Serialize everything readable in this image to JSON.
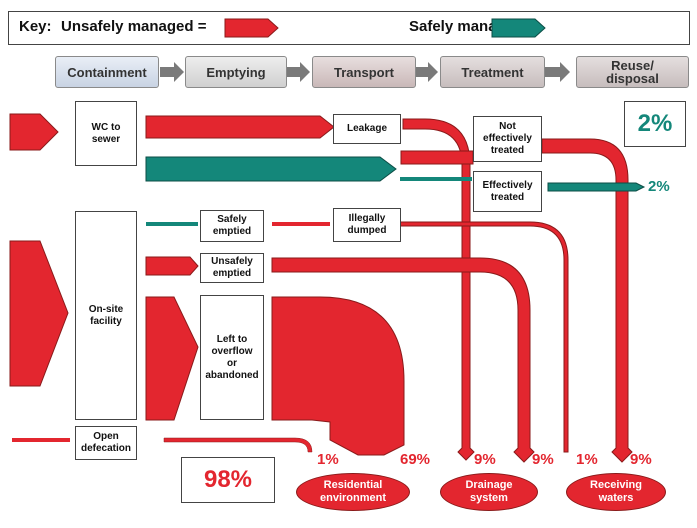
{
  "colors": {
    "unsafe": "#e3262f",
    "safe": "#14877a",
    "stage_arrow": "#7a7a7a"
  },
  "key": {
    "prefix": "Key:",
    "unsafe_label": "Unsafely managed =",
    "safe_label": "Safely managed ="
  },
  "stages": [
    "Containment",
    "Emptying",
    "Transport",
    "Treatment",
    "Reuse/\ndisposal"
  ],
  "boxes": {
    "wc_to_sewer": "WC to\nsewer",
    "on_site_facility": "On-site\nfacility",
    "open_defecation": "Open\ndefecation",
    "leakage": "Leakage",
    "not_effectively_treated": "Not\neffectively\ntreated",
    "effectively_treated": "Effectively\ntreated",
    "safely_emptied": "Safely\nemptied",
    "illegally_dumped": "Illegally\ndumped",
    "unsafely_emptied": "Unsafely\nemptied",
    "left_to_overflow": "Left to\noverflow\nor\nabandoned"
  },
  "percentages": {
    "safe_total": "2%",
    "safe_flow": "2%",
    "unsafe_total": "98%",
    "residential_small": "1%",
    "residential_large": "69%",
    "drainage_left": "9%",
    "drainage_right": "9%",
    "receiving_small": "1%",
    "receiving_large": "9%"
  },
  "destinations": {
    "residential": "Residential\nenvironment",
    "drainage": "Drainage\nsystem",
    "receiving": "Receiving\nwaters"
  }
}
